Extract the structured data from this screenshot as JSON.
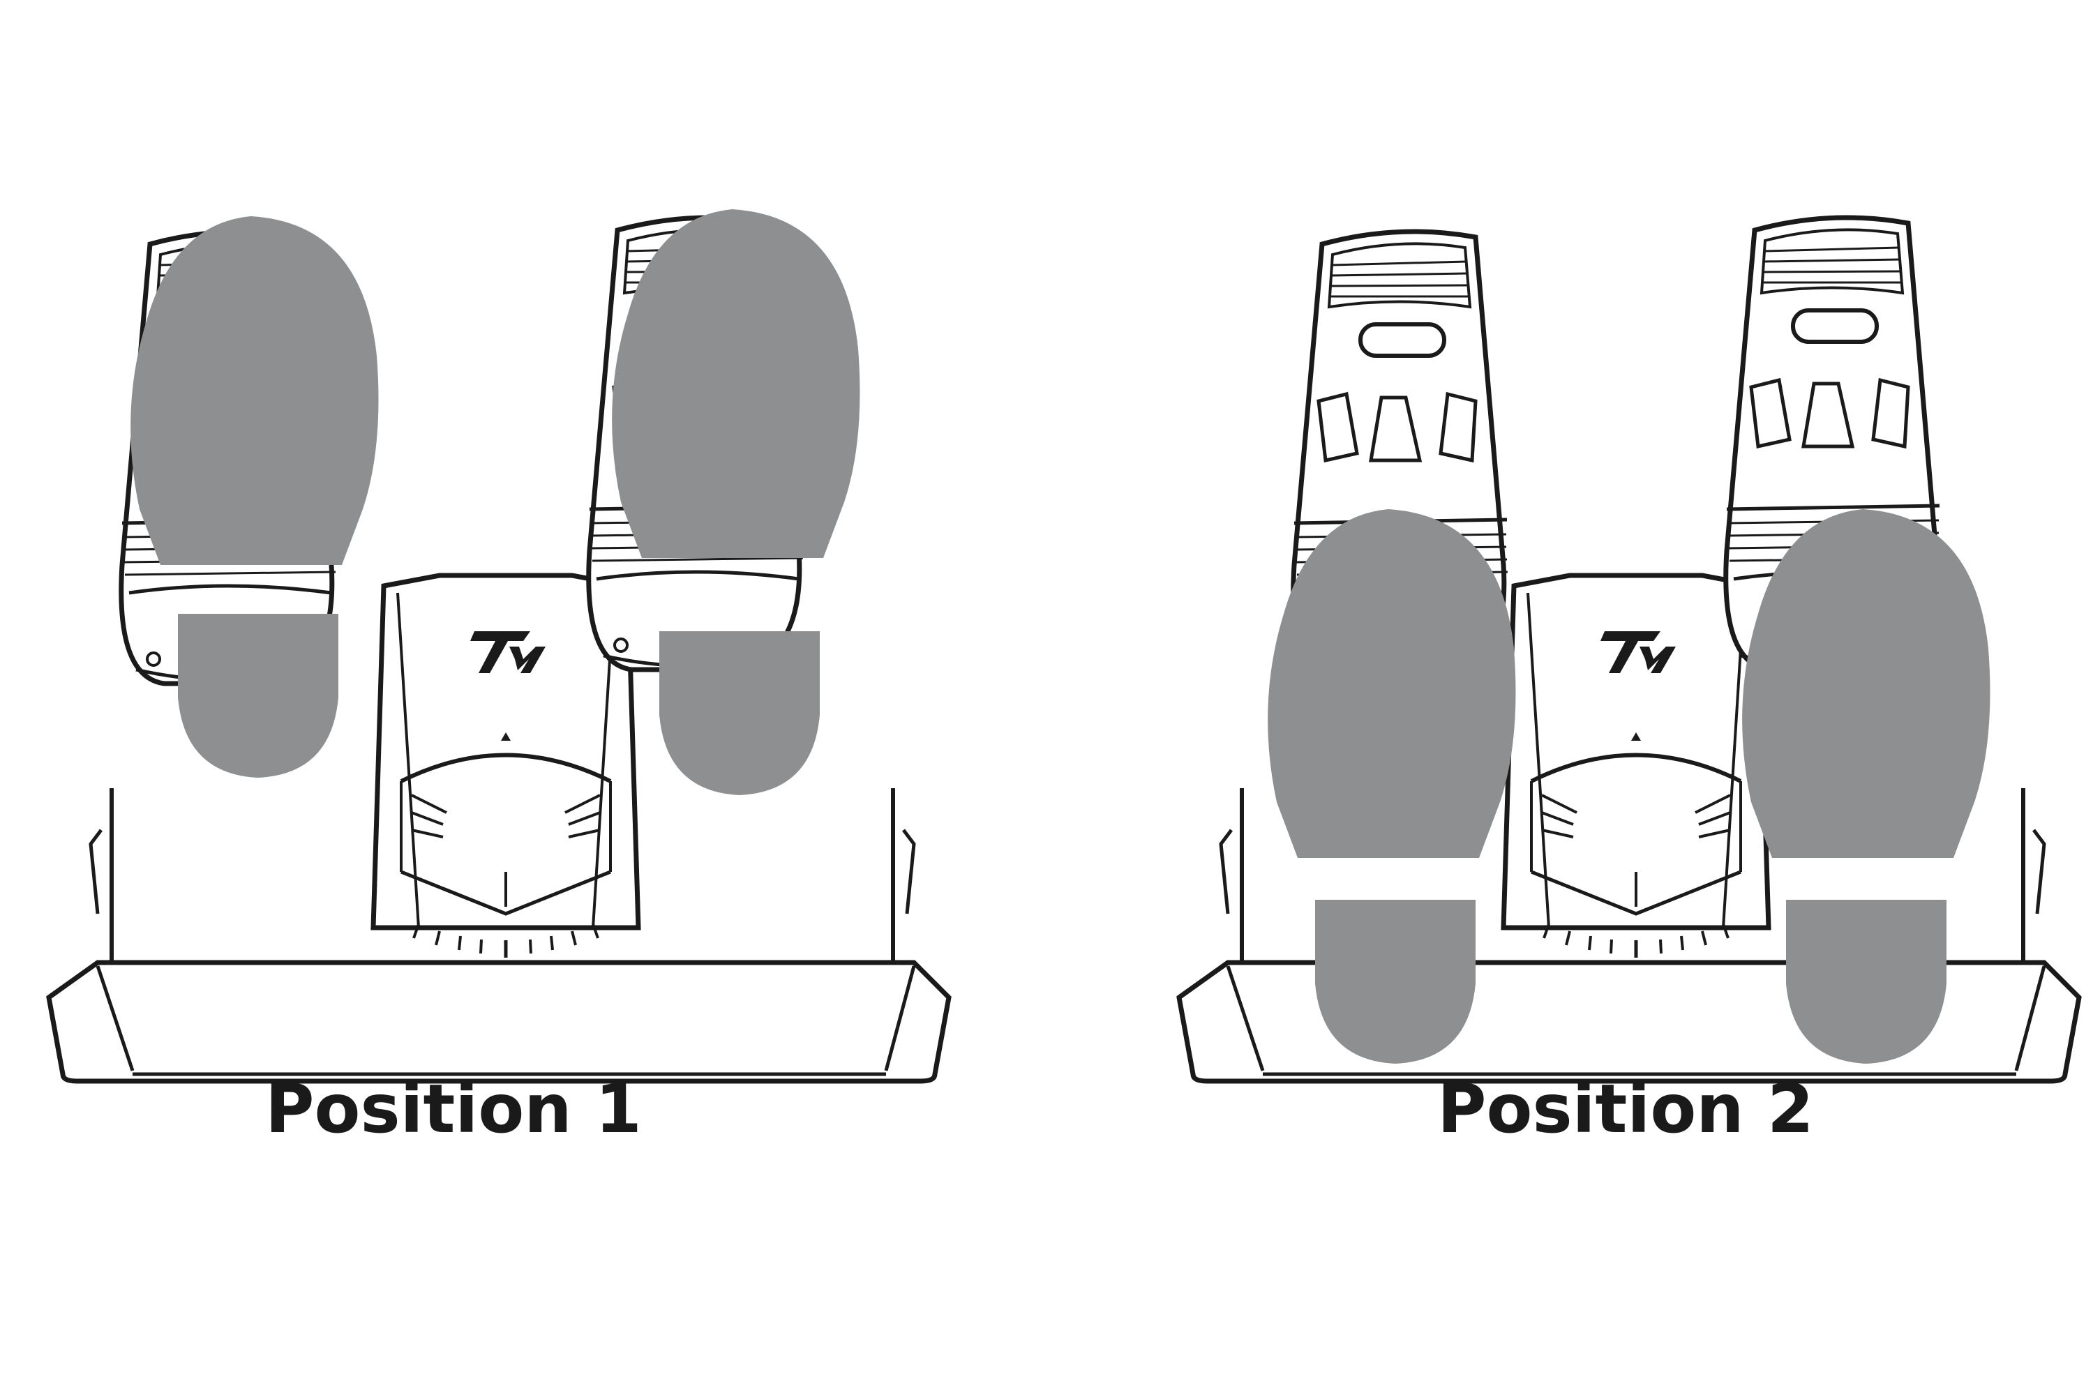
{
  "figure": {
    "panels": [
      {
        "caption": "Position 1",
        "foot_placement": "heel-on-pedal-center"
      },
      {
        "caption": "Position 2",
        "foot_placement": "heel-on-floor"
      }
    ],
    "logo_text": "TM",
    "colors": {
      "outline": "#1a1a1a",
      "footprint": "#8e8f91",
      "background": "#ffffff"
    },
    "icons": [
      "rudder-pedals-illustration",
      "shoe-print-icon",
      "thrustmaster-logo-icon"
    ]
  }
}
